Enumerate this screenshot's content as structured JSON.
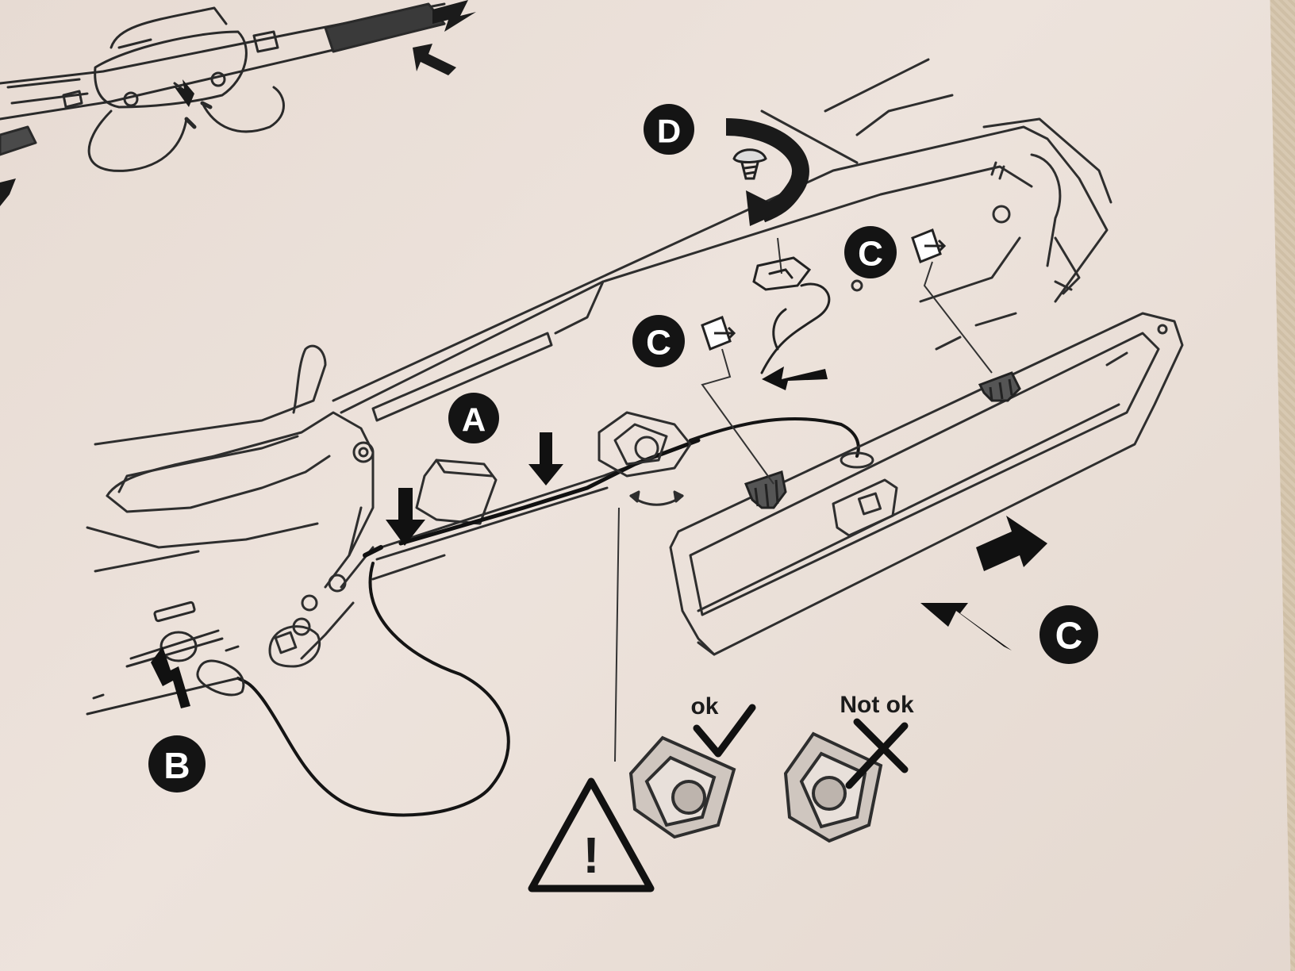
{
  "callouts": {
    "a": "A",
    "b": "B",
    "c": "C",
    "d": "D"
  },
  "check": {
    "ok_label": "ok",
    "not_ok_label": "Not ok"
  },
  "warning": {
    "symbol": "!"
  },
  "colors": {
    "paper": "#e9ded6",
    "ink": "#1b1b1b"
  }
}
